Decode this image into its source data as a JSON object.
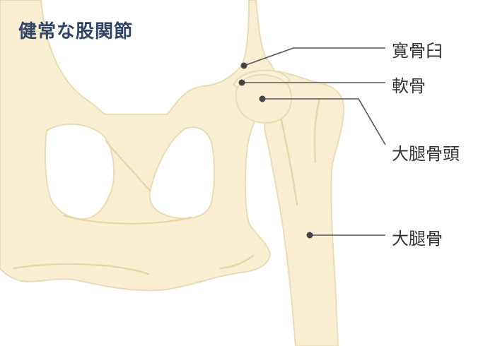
{
  "title": "健常な股関節",
  "colors": {
    "bone_fill": "#faefd2",
    "bone_stroke": "#eadcb4",
    "bone_shadow": "#e6d6a8",
    "leader_line": "#555555",
    "title_text": "#2f4466",
    "label_text": "#333333"
  },
  "labels": {
    "acetabulum": "寛骨臼",
    "cartilage": "軟骨",
    "femoral_head": "大腿骨頭",
    "femur": "大腿骨"
  }
}
